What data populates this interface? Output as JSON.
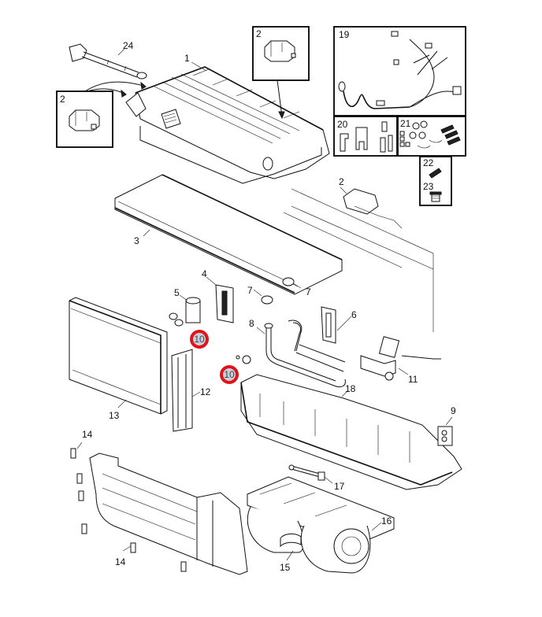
{
  "diagram": {
    "title": "Heater / climate unit exploded parts view",
    "hotspot_color": "#e0131b",
    "hotspot_fill": "#c9cedb",
    "callouts": [
      {
        "label": "1",
        "part": "heater-housing"
      },
      {
        "label": "2",
        "part": "damper-motor"
      },
      {
        "label": "2",
        "part": "damper-motor-inset-left"
      },
      {
        "label": "2",
        "part": "damper-motor-inset-top"
      },
      {
        "label": "3",
        "part": "heater-core"
      },
      {
        "label": "4",
        "part": "gasket"
      },
      {
        "label": "5",
        "part": "expansion-valve"
      },
      {
        "label": "6",
        "part": "gasket"
      },
      {
        "label": "7",
        "part": "grommet"
      },
      {
        "label": "7",
        "part": "grommet"
      },
      {
        "label": "8",
        "part": "heater-pipes"
      },
      {
        "label": "9",
        "part": "cover-plate"
      },
      {
        "label": "10",
        "part": "o-ring",
        "highlighted": true
      },
      {
        "label": "10",
        "part": "o-ring",
        "highlighted": true
      },
      {
        "label": "11",
        "part": "water-valve"
      },
      {
        "label": "12",
        "part": "seal-strip"
      },
      {
        "label": "13",
        "part": "evaporator"
      },
      {
        "label": "14",
        "part": "clip"
      },
      {
        "label": "14",
        "part": "clip"
      },
      {
        "label": "15",
        "part": "blower-motor"
      },
      {
        "label": "16",
        "part": "blower-housing"
      },
      {
        "label": "17",
        "part": "sensor"
      },
      {
        "label": "18",
        "part": "lower-housing"
      },
      {
        "label": "19",
        "part": "wiring-harness"
      },
      {
        "label": "20",
        "part": "bracket-kit"
      },
      {
        "label": "21",
        "part": "repair-kit"
      },
      {
        "label": "22",
        "part": "screw"
      },
      {
        "label": "23",
        "part": "plug"
      },
      {
        "label": "24",
        "part": "cable"
      }
    ]
  }
}
